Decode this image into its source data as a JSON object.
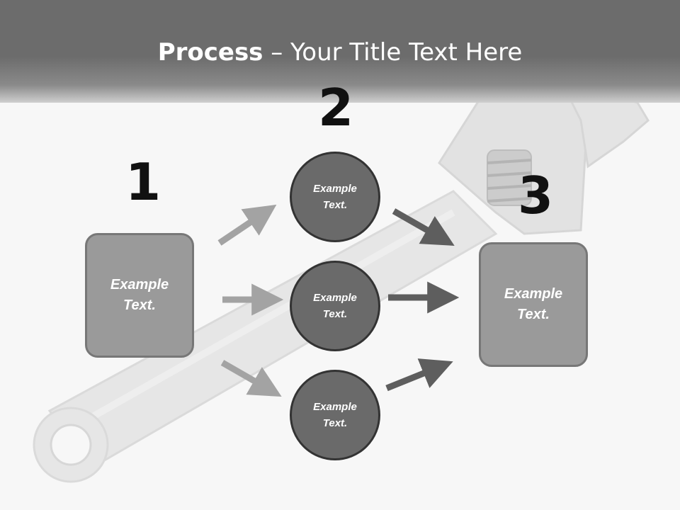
{
  "title": {
    "bold": "Process",
    "rest": " – Your Title Text Here"
  },
  "steps": [
    {
      "number": "1",
      "text": "Example\nText."
    },
    {
      "number": "2",
      "items": [
        "Example\nText.",
        "Example\nText.",
        "Example\nText."
      ]
    },
    {
      "number": "3",
      "text": "Example\nText."
    }
  ],
  "colors": {
    "header": "#6c6c6c",
    "box_fill": "#9a9a9a",
    "circle_fill": "#6a6a6a",
    "arrow_light": "#a3a3a3",
    "arrow_dark": "#5e5e5e"
  },
  "background_image": "adjustable-wrench"
}
